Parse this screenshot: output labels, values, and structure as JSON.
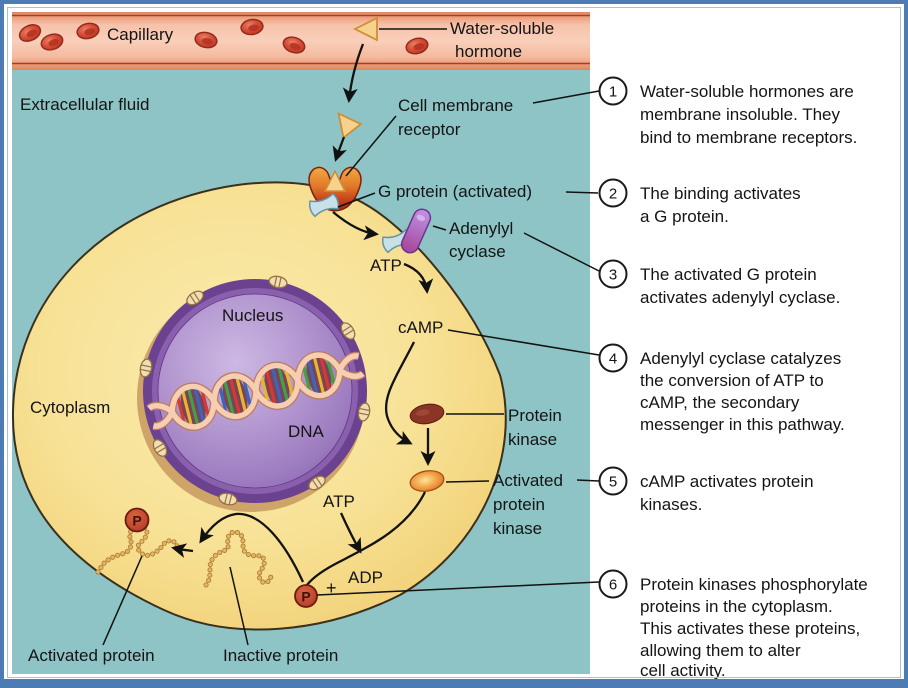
{
  "labels": {
    "capillary": "Capillary",
    "water_soluble_hormone": [
      "Water-soluble",
      "hormone"
    ],
    "extracellular_fluid": "Extracellular fluid",
    "cell_membrane_receptor": [
      "Cell membrane",
      "receptor"
    ],
    "g_protein": "G protein (activated)",
    "adenylyl_cyclase": [
      "Adenylyl",
      "cyclase"
    ],
    "atp_upper": "ATP",
    "camp": "cAMP",
    "protein_kinase": [
      "Protein",
      "kinase"
    ],
    "activated_protein_kinase": [
      "Activated",
      "protein",
      "kinase"
    ],
    "atp_lower": "ATP",
    "adp": "ADP",
    "plus": "+",
    "phosphate": "P",
    "nucleus": "Nucleus",
    "dna": "DNA",
    "cytoplasm": "Cytoplasm",
    "activated_protein": "Activated protein",
    "inactive_protein": "Inactive protein"
  },
  "steps": [
    {
      "num": "1",
      "lines": [
        "Water-soluble hormones are",
        "membrane insoluble. They",
        "bind to membrane receptors."
      ]
    },
    {
      "num": "2",
      "lines": [
        "The binding activates",
        "a G protein."
      ]
    },
    {
      "num": "3",
      "lines": [
        "The activated G protein",
        "activates adenylyl cyclase."
      ]
    },
    {
      "num": "4",
      "lines": [
        "Adenylyl cyclase catalyzes",
        "the conversion of ATP to",
        "cAMP, the secondary",
        "messenger in this pathway."
      ]
    },
    {
      "num": "5",
      "lines": [
        "cAMP activates protein",
        "kinases."
      ]
    },
    {
      "num": "6",
      "lines": [
        "Protein kinases phosphorylate",
        "proteins in the cytoplasm.",
        "This activates these proteins,",
        "allowing them to alter",
        "cell activity."
      ]
    }
  ],
  "colors": {
    "frame_blue": "#4d7cb4",
    "extracellular_teal": "#8ec4c5",
    "capillary_salmon": "#f5c0a8",
    "cell_yellow": "#f5d87e",
    "nucleus_purple": "#8a5fae",
    "cyclase_purple": "#b06cc0",
    "kinase_maroon": "#8a3526",
    "activated_kinase_orange": "#e8872f",
    "phosphate_red": "#c14a31",
    "protein_gold": "#d7a757"
  }
}
